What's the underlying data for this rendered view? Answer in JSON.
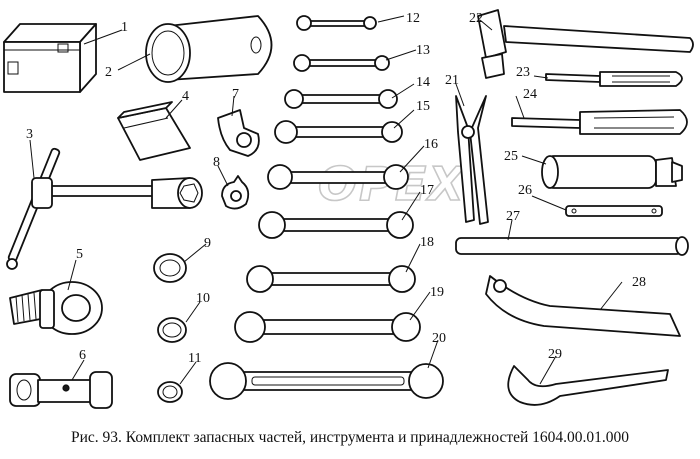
{
  "caption": "Рис. 93. Комплект запасных частей, инструмента и принадлежностей 1604.00.01.000",
  "watermark": "OPEX",
  "parts": [
    {
      "num": "1",
      "item": "tool-box"
    },
    {
      "num": "2",
      "item": "sleeve"
    },
    {
      "num": "3",
      "item": "t-handle-socket-wrench"
    },
    {
      "num": "4",
      "item": "pouch"
    },
    {
      "num": "5",
      "item": "towing-eye"
    },
    {
      "num": "6",
      "item": "socket-tube"
    },
    {
      "num": "7",
      "item": "lock-washer"
    },
    {
      "num": "8",
      "item": "lock-washer-small"
    },
    {
      "num": "9",
      "item": "ring-large"
    },
    {
      "num": "10",
      "item": "ring-medium"
    },
    {
      "num": "11",
      "item": "ring-small"
    },
    {
      "num": "12",
      "item": "open-end-wrench"
    },
    {
      "num": "13",
      "item": "open-end-wrench"
    },
    {
      "num": "14",
      "item": "open-end-wrench"
    },
    {
      "num": "15",
      "item": "open-end-wrench"
    },
    {
      "num": "16",
      "item": "open-end-wrench"
    },
    {
      "num": "17",
      "item": "open-end-wrench"
    },
    {
      "num": "18",
      "item": "open-end-wrench"
    },
    {
      "num": "19",
      "item": "open-end-wrench"
    },
    {
      "num": "20",
      "item": "open-end-wrench"
    },
    {
      "num": "21",
      "item": "pliers"
    },
    {
      "num": "22",
      "item": "hammer"
    },
    {
      "num": "23",
      "item": "screwdriver-small"
    },
    {
      "num": "24",
      "item": "screwdriver-large"
    },
    {
      "num": "25",
      "item": "grease-gun"
    },
    {
      "num": "26",
      "item": "flat-bar"
    },
    {
      "num": "27",
      "item": "tommy-bar"
    },
    {
      "num": "28",
      "item": "hook-spanner-large"
    },
    {
      "num": "29",
      "item": "hook-spanner-small"
    }
  ]
}
